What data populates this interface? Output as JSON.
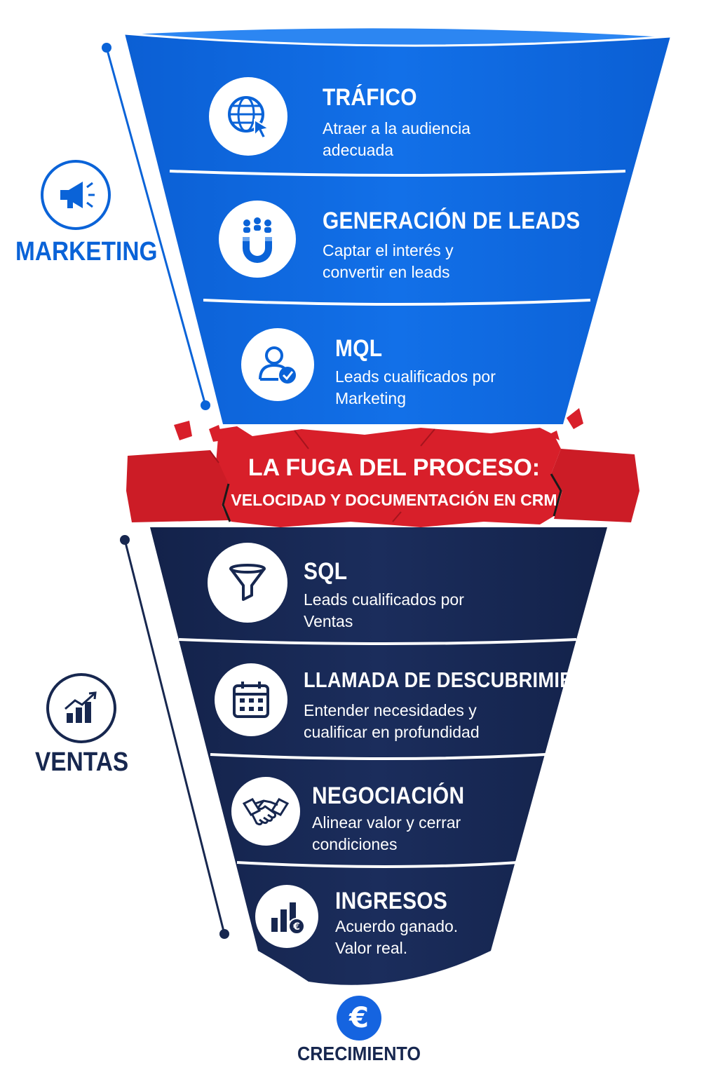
{
  "colors": {
    "marketing_blue": "#0a63d8",
    "sales_navy": "#17274f",
    "leak_red": "#d81f2a",
    "euro_blue": "#1564e0"
  },
  "side_labels": {
    "marketing": {
      "label": "MARKETING",
      "icon": "megaphone-icon"
    },
    "sales": {
      "label": "VENTAS",
      "icon": "growth-chart-icon"
    }
  },
  "marketing_stages": [
    {
      "title": "TRÁFICO",
      "desc": "Atraer a la audiencia adecuada",
      "icon": "globe-cursor-icon"
    },
    {
      "title": "GENERACIÓN DE LEADS",
      "desc": "Captar el interés y convertir en leads",
      "icon": "magnet-people-icon"
    },
    {
      "title": "MQL",
      "desc": "Leads cualificados por Marketing",
      "icon": "user-check-icon"
    }
  ],
  "leak": {
    "title": "LA FUGA DEL PROCESO:",
    "subtitle": "VELOCIDAD Y DOCUMENTACIÓN EN CRM"
  },
  "sales_stages": [
    {
      "title": "SQL",
      "desc": "Leads cualificados por Ventas",
      "icon": "filter-icon"
    },
    {
      "title": "LLAMADA DE DESCUBRIMIENTO",
      "desc": "Entender necesidades y cualificar en profundidad",
      "icon": "calendar-icon"
    },
    {
      "title": "NEGOCIACIÓN",
      "desc": "Alinear valor y cerrar condiciones",
      "icon": "handshake-icon"
    },
    {
      "title": "INGRESOS",
      "desc": "Acuerdo ganado. Valor real.",
      "icon": "revenue-chart-icon"
    }
  ],
  "outcome": {
    "symbol": "€",
    "label": "CRECIMIENTO",
    "icon": "euro-icon"
  }
}
